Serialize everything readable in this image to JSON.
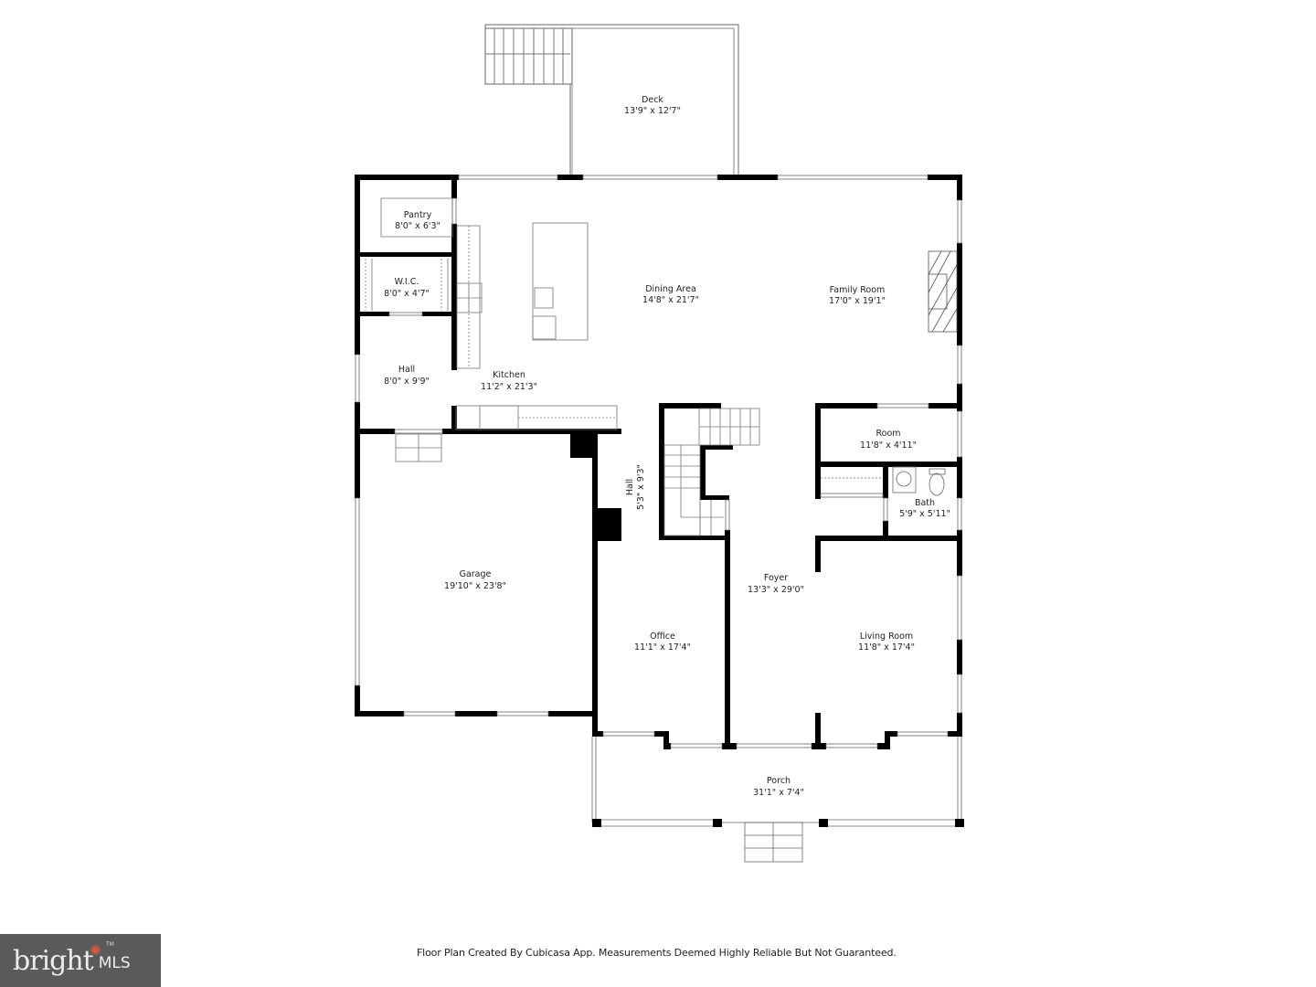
{
  "floor_plan": {
    "rooms": [
      {
        "id": "deck",
        "name": "Deck",
        "size": "13'9\" x 12'7\""
      },
      {
        "id": "pantry",
        "name": "Pantry",
        "size": "8'0\" x 6'3\""
      },
      {
        "id": "wic",
        "name": "W.I.C.",
        "size": "8'0\" x 4'7\""
      },
      {
        "id": "hall_west",
        "name": "Hall",
        "size": "8'0\" x 9'9\""
      },
      {
        "id": "kitchen",
        "name": "Kitchen",
        "size": "11'2\" x 21'3\""
      },
      {
        "id": "dining",
        "name": "Dining Area",
        "size": "14'8\" x 21'7\""
      },
      {
        "id": "family",
        "name": "Family Room",
        "size": "17'0\" x 19'1\""
      },
      {
        "id": "room",
        "name": "Room",
        "size": "11'8\" x 4'11\""
      },
      {
        "id": "bath",
        "name": "Bath",
        "size": "5'9\" x 5'11\""
      },
      {
        "id": "hall_center",
        "name": "Hall",
        "size": "5'3\" x 9'3\""
      },
      {
        "id": "garage",
        "name": "Garage",
        "size": "19'10\" x 23'8\""
      },
      {
        "id": "office",
        "name": "Office",
        "size": "11'1\" x 17'4\""
      },
      {
        "id": "foyer",
        "name": "Foyer",
        "size": "13'3\" x 29'0\""
      },
      {
        "id": "living",
        "name": "Living Room",
        "size": "11'8\" x 17'4\""
      },
      {
        "id": "porch",
        "name": "Porch",
        "size": "31'1\" x 7'4\""
      }
    ]
  },
  "footer": {
    "disclaimer": "Floor Plan Created By Cubicasa App. Measurements Deemed Highly Reliable But Not Guaranteed."
  },
  "logo": {
    "word": "bright",
    "suffix": "MLS",
    "tm": "TM",
    "accent_color": "#e4502a",
    "background": "#5a5a5a"
  },
  "colors": {
    "wall": "#000000",
    "line": "#555555",
    "background": "#ffffff"
  }
}
